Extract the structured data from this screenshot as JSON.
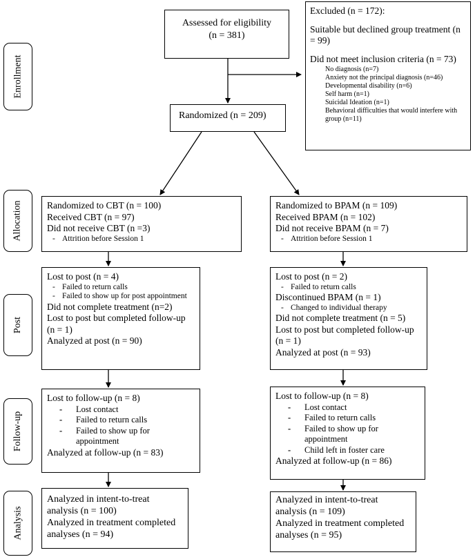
{
  "stages": [
    "Enrollment",
    "Allocation",
    "Post",
    "Follow-up",
    "Analysis"
  ],
  "assessed": [
    "Assessed for eligibility",
    "(n = 381)"
  ],
  "excluded": {
    "title": "Excluded (n = 172):",
    "declined": "Suitable but declined group treatment (n = 99)",
    "criteria": "Did not meet inclusion criteria (n = 73)",
    "reasons": [
      "No diagnosis (n=7)",
      "Anxiety not the principal diagnosis (n=46)",
      "Developmental disability (n=6)",
      "Self harm (n=1)",
      "Suicidal Ideation (n=1)",
      "Behavioral difficulties that would interfere with group (n=11)"
    ]
  },
  "randomized": "Randomized (n = 209)",
  "cbt": {
    "allocation": {
      "lines": [
        "Randomized to CBT (n = 100)",
        "Received CBT (n = 97)",
        "Did not receive CBT (n =3)"
      ],
      "bullets": [
        "Attrition before Session 1"
      ]
    },
    "post": {
      "lost": "Lost to post (n = 4)",
      "lost_bullets": [
        "Failed to return calls",
        "Failed to show up for post appointment"
      ],
      "not_complete": "Did not complete treatment (n=2)",
      "lost_completed": "Lost to post but completed follow-up (n = 1)",
      "analyzed": "Analyzed at post (n = 90)"
    },
    "followup": {
      "lost": "Lost to follow-up (n = 8)",
      "bullets": [
        "Lost contact",
        "Failed to return calls",
        "Failed to show up for appointment"
      ],
      "analyzed": "Analyzed at follow-up (n = 83)"
    },
    "analysis": [
      "Analyzed in intent-to-treat analysis (n = 100)",
      "Analyzed in treatment completed analyses (n = 94)"
    ]
  },
  "bpam": {
    "allocation": {
      "lines": [
        "Randomized to BPAM (n = 109)",
        "Received BPAM (n = 102)",
        "Did not receive BPAM (n = 7)"
      ],
      "bullets": [
        "Attrition before Session 1"
      ]
    },
    "post": {
      "lost": "Lost to post (n = 2)",
      "lost_bullets": [
        "Failed to return calls"
      ],
      "discontinued": "Discontinued BPAM (n = 1)",
      "disc_bullets": [
        "Changed to individual therapy"
      ],
      "not_complete": "Did not complete treatment  (n = 5)",
      "lost_completed": "Lost to post but completed follow-up (n = 1)",
      "analyzed": "Analyzed at post (n = 93)"
    },
    "followup": {
      "lost": "Lost to follow-up (n = 8)",
      "bullets": [
        "Lost contact",
        "Failed to return calls",
        "Failed to show up for appointment",
        "Child left in foster care"
      ],
      "analyzed": "Analyzed at follow-up (n = 86)"
    },
    "analysis": [
      "Analyzed in intent-to-treat analysis (n = 109)",
      "Analyzed in treatment completed analyses (n = 95)"
    ]
  },
  "bullet_dash": "-"
}
